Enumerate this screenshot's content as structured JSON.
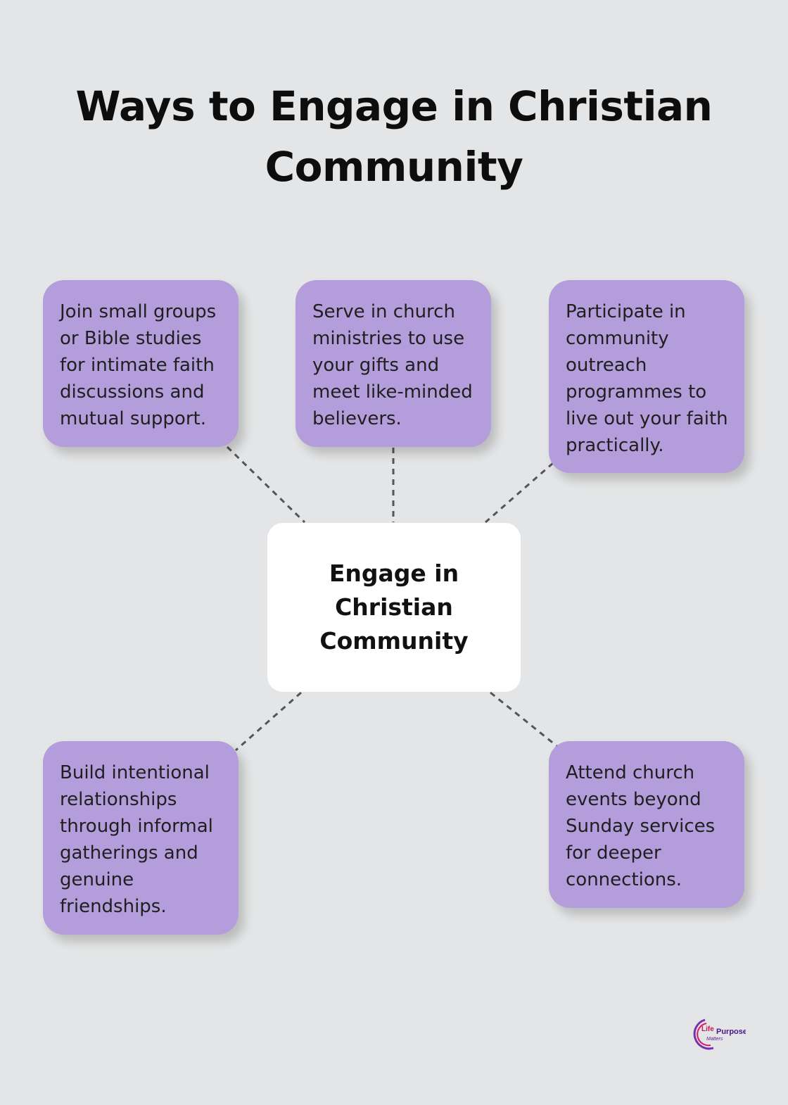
{
  "title": "Ways to Engage in Christian Community",
  "center": {
    "label": "Engage in Christian Community"
  },
  "nodes": [
    {
      "text": "Join small groups or Bible studies for intimate faith discussions and mutual support."
    },
    {
      "text": "Serve in church ministries to use your gifts and meet like-minded believers."
    },
    {
      "text": "Participate in community outreach programmes to live out your faith practically."
    },
    {
      "text": "Build intentional relationships through informal gatherings and genuine friendships."
    },
    {
      "text": "Attend church events beyond Sunday services for deeper connections."
    }
  ],
  "logo": {
    "line1": "Life",
    "line2": "Purpose",
    "line3": "Matters"
  },
  "colors": {
    "box": "#b39ddb",
    "background": "#e4e5e6",
    "center": "#ffffff",
    "connector": "#555555"
  }
}
